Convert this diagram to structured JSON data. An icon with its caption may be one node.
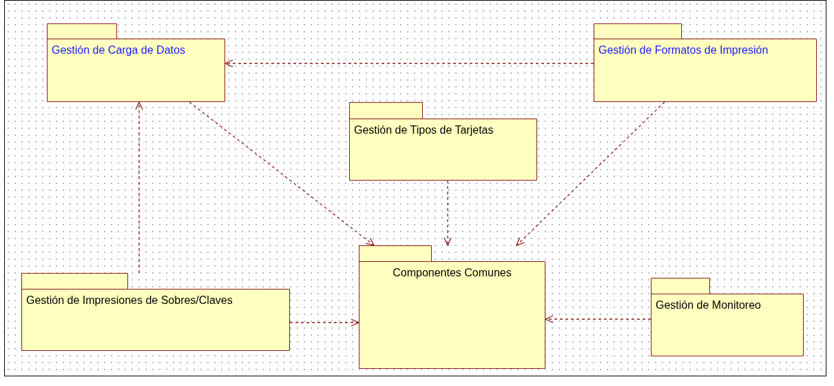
{
  "diagram": {
    "nodes": [
      {
        "text": [
          "Gestión de Carga de Datos"
        ]
      },
      {
        "text": [
          "Gestión de Formatos de Impresión"
        ]
      },
      {
        "text": [
          "Gestión de Tipos de Tarjetas"
        ]
      },
      {
        "text": [
          "Componentes Comunes"
        ]
      },
      {
        "text": [
          "Gestión de Impresiones de Sobres/Claves"
        ]
      },
      {
        "text": [
          "Gestión de Monitoreo"
        ]
      }
    ],
    "edges": [
      {
        "from": 1,
        "to": 0,
        "arrow": "to",
        "style": "dashed"
      },
      {
        "from": 0,
        "to": 3,
        "arrow": "to",
        "style": "dashed"
      },
      {
        "from": 2,
        "to": 3,
        "arrow": "to",
        "style": "dashed"
      },
      {
        "from": 1,
        "to": 3,
        "arrow": "to",
        "style": "dashed"
      },
      {
        "from": 4,
        "to": 0,
        "arrow": "to",
        "style": "dashed"
      },
      {
        "from": 4,
        "to": 3,
        "arrow": "to",
        "style": "dashed"
      },
      {
        "from": 5,
        "to": 3,
        "arrow": "to",
        "style": "dashed"
      }
    ]
  }
}
